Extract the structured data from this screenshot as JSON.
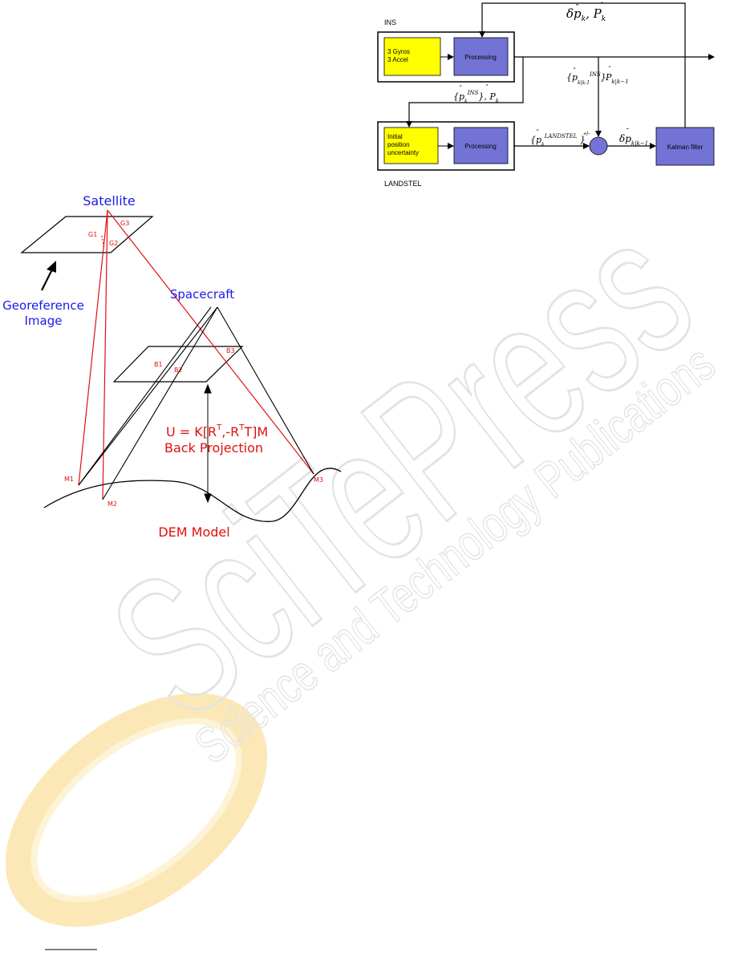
{
  "watermark": {
    "text_main": "SciTePress",
    "text_sub": "Science and Technology Publications",
    "colors": {
      "ring_outer": "#f5c242",
      "ring_inner": "#fbe7a8",
      "text": "#d4d4d4"
    }
  },
  "left_figure": {
    "satellite_label": "Satellite",
    "spacecraft_label": "Spacecraft",
    "georeference_label_line1": "Georeference",
    "georeference_label_line2": "Image",
    "equation_parts": {
      "a": "U = K[R",
      "t1": "T",
      "b": ",-R",
      "t2": "T",
      "c": "T]M"
    },
    "back_projection_label": "Back Projection",
    "dem_label": "DEM Model",
    "points": {
      "g1": "G1",
      "g2": "G2",
      "g3": "G3",
      "b1": "B1",
      "b2": "B2",
      "b3": "B3",
      "m1": "M1",
      "m2": "M2",
      "m3": "M3"
    },
    "colors": {
      "blue": "#1a1ae6",
      "red": "#e01010",
      "black": "#000000"
    }
  },
  "right_figure": {
    "ins_group_label": "INS",
    "landstel_group_label": "LANDSTEL",
    "gyros_line1": "3 Gyros",
    "gyros_line2": "3 Accel",
    "processing_top": "Processing",
    "initial_line1": "Initial",
    "initial_line2": "position",
    "initial_line3": "uncertainty",
    "processing_bottom": "Processing",
    "kalman_label": "Kalman filter",
    "sum_sign": "+/-",
    "colors": {
      "yellow": "#ffff00",
      "purple": "#7373d6",
      "box_border": "#000000"
    }
  }
}
